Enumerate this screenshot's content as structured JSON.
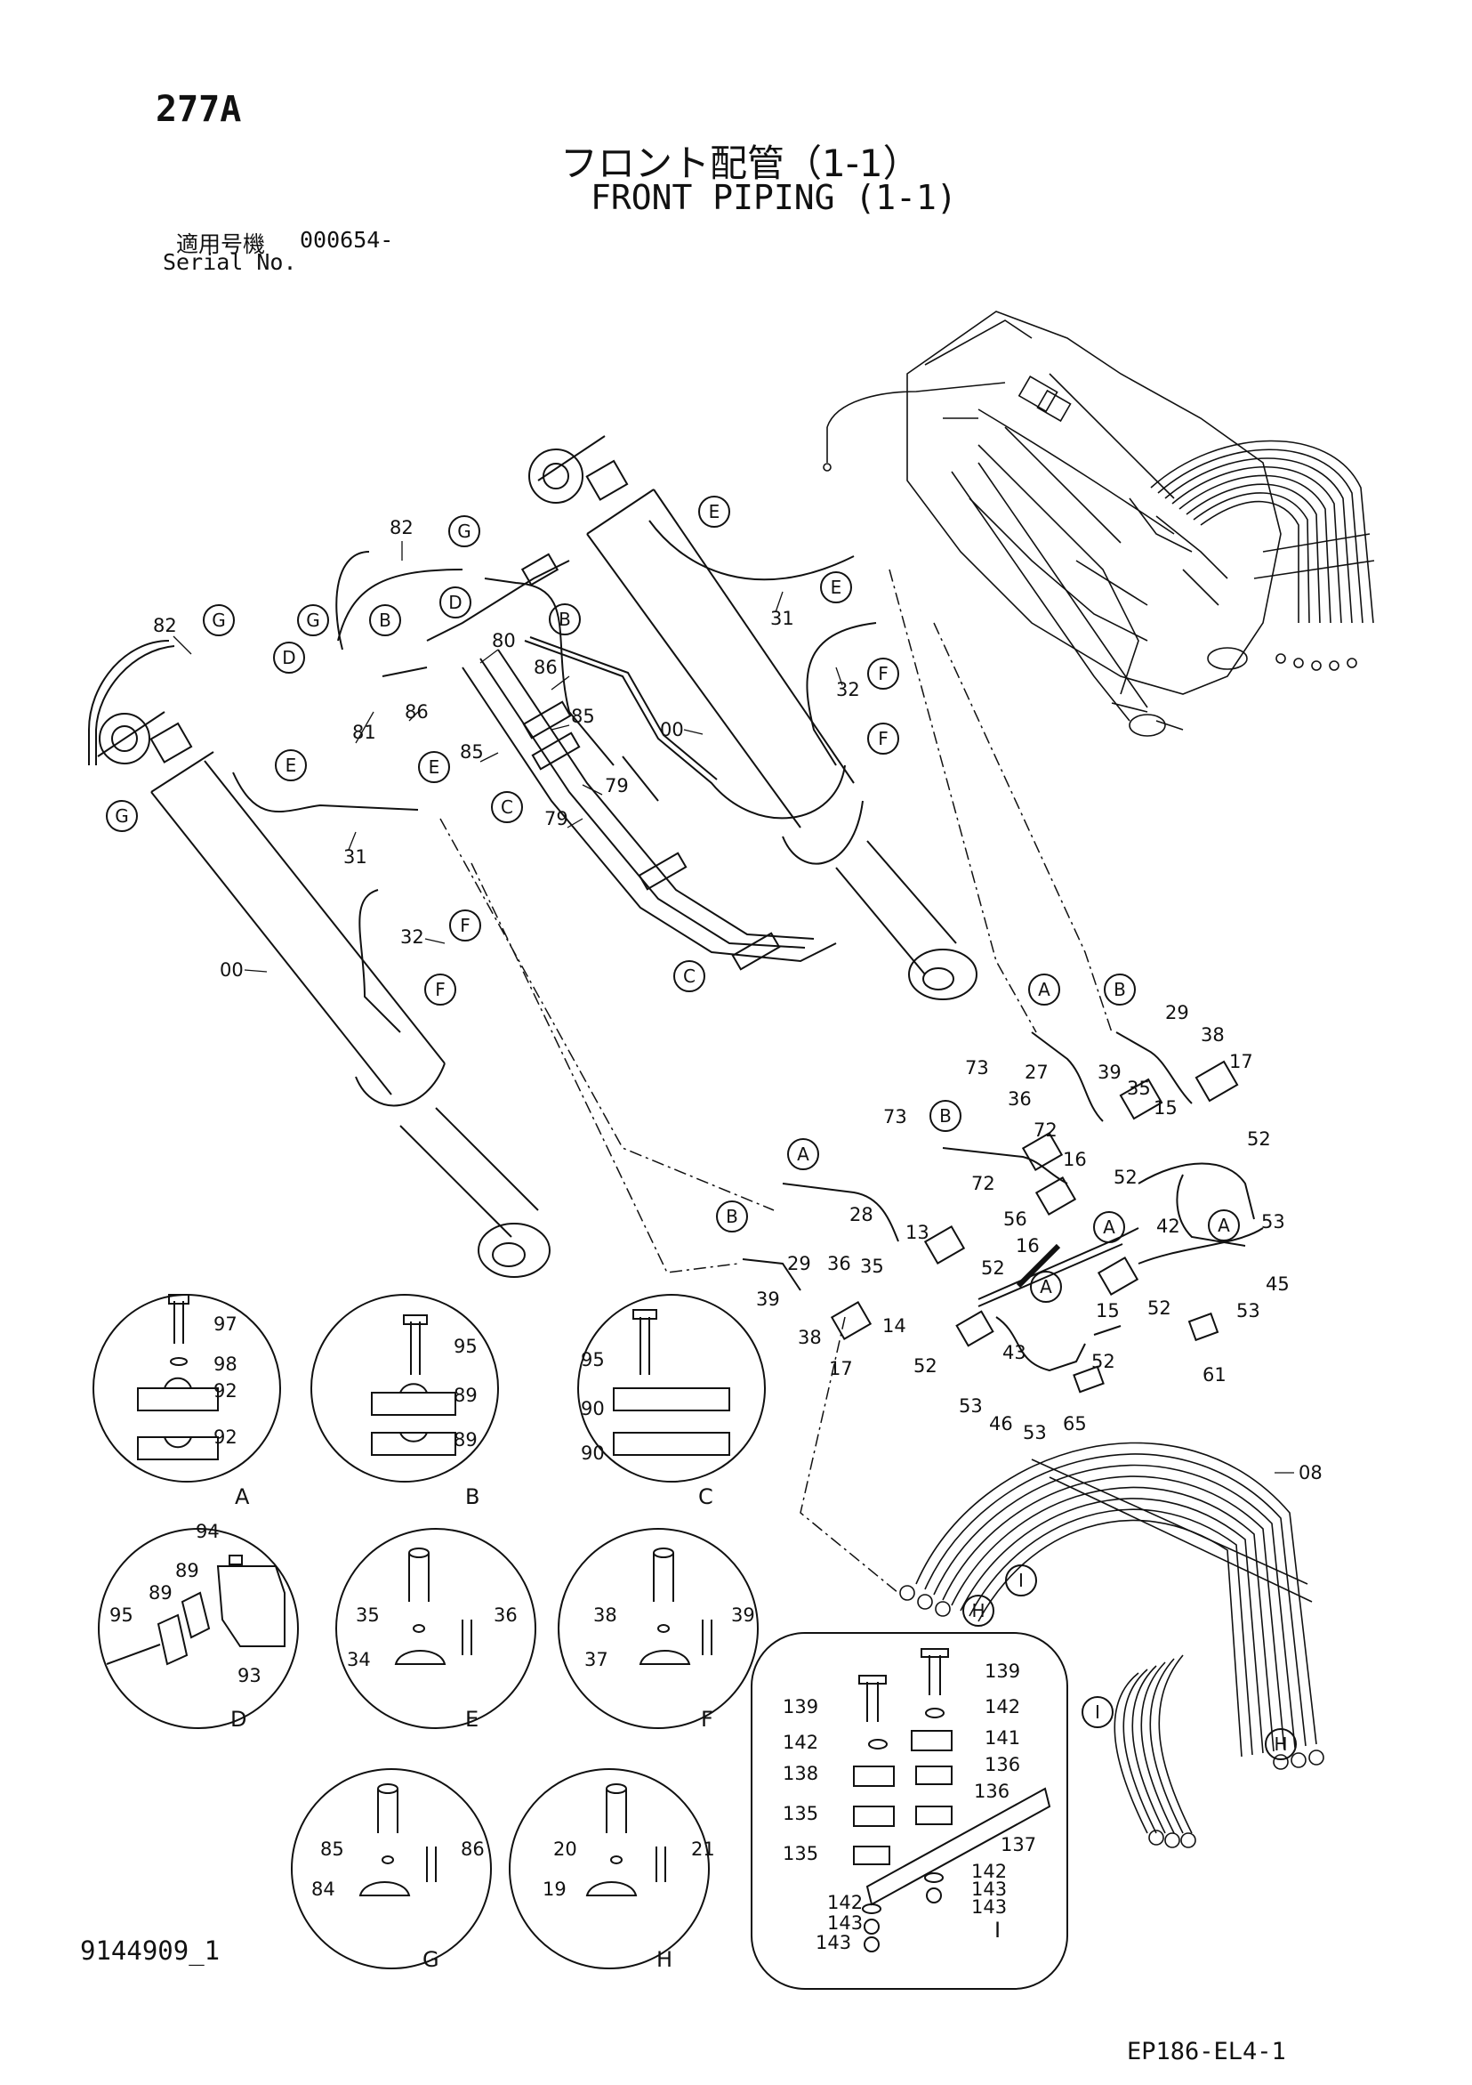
{
  "header": {
    "page_number": "277A",
    "title_jp": "フロント配管（1-1）",
    "title_en": "FRONT PIPING (1-1)",
    "serial_label_jp": "適用号機",
    "serial_label_en": "Serial No.",
    "serial_value": "000654-"
  },
  "footer": {
    "figure_id": "9144909_1",
    "drawing_code": "EP186-EL4-1"
  },
  "part_numbers": [
    {
      "id": "p82a",
      "text": "82"
    },
    {
      "id": "p82b",
      "text": "82"
    },
    {
      "id": "p81",
      "text": "81"
    },
    {
      "id": "p80",
      "text": "80"
    },
    {
      "id": "p86a",
      "text": "86"
    },
    {
      "id": "p86b",
      "text": "86"
    },
    {
      "id": "p85a",
      "text": "85"
    },
    {
      "id": "p85b",
      "text": "85"
    },
    {
      "id": "p79a",
      "text": "79"
    },
    {
      "id": "p79b",
      "text": "79"
    },
    {
      "id": "p31a",
      "text": "31"
    },
    {
      "id": "p31b",
      "text": "31"
    },
    {
      "id": "p32a",
      "text": "32"
    },
    {
      "id": "p32b",
      "text": "32"
    },
    {
      "id": "p00a",
      "text": "00"
    },
    {
      "id": "p00b",
      "text": "00"
    },
    {
      "id": "p29a",
      "text": "29"
    },
    {
      "id": "p29b",
      "text": "29"
    },
    {
      "id": "p38a",
      "text": "38"
    },
    {
      "id": "p38b",
      "text": "38"
    },
    {
      "id": "p17a",
      "text": "17"
    },
    {
      "id": "p17b",
      "text": "17"
    },
    {
      "id": "p27",
      "text": "27"
    },
    {
      "id": "p39a",
      "text": "39"
    },
    {
      "id": "p39b",
      "text": "39"
    },
    {
      "id": "p35a",
      "text": "35"
    },
    {
      "id": "p35b",
      "text": "35"
    },
    {
      "id": "p73a",
      "text": "73"
    },
    {
      "id": "p73b",
      "text": "73"
    },
    {
      "id": "p36a",
      "text": "36"
    },
    {
      "id": "p36b",
      "text": "36"
    },
    {
      "id": "p15a",
      "text": "15"
    },
    {
      "id": "p15b",
      "text": "15"
    },
    {
      "id": "p72a",
      "text": "72"
    },
    {
      "id": "p72b",
      "text": "72"
    },
    {
      "id": "p16a",
      "text": "16"
    },
    {
      "id": "p16b",
      "text": "16"
    },
    {
      "id": "p52a",
      "text": "52"
    },
    {
      "id": "p52b",
      "text": "52"
    },
    {
      "id": "p52c",
      "text": "52"
    },
    {
      "id": "p52d",
      "text": "52"
    },
    {
      "id": "p52e",
      "text": "52"
    },
    {
      "id": "p52f",
      "text": "52"
    },
    {
      "id": "p28",
      "text": "28"
    },
    {
      "id": "p56",
      "text": "56"
    },
    {
      "id": "p13",
      "text": "13"
    },
    {
      "id": "p42",
      "text": "42"
    },
    {
      "id": "p53a",
      "text": "53"
    },
    {
      "id": "p53b",
      "text": "53"
    },
    {
      "id": "p53c",
      "text": "53"
    },
    {
      "id": "p53d",
      "text": "53"
    },
    {
      "id": "p45",
      "text": "45"
    },
    {
      "id": "p14",
      "text": "14"
    },
    {
      "id": "p43",
      "text": "43"
    },
    {
      "id": "p61",
      "text": "61"
    },
    {
      "id": "p46",
      "text": "46"
    },
    {
      "id": "p65",
      "text": "65"
    },
    {
      "id": "p08",
      "text": "08"
    }
  ],
  "refs": [
    "A",
    "B",
    "C",
    "D",
    "E",
    "F",
    "G",
    "H",
    "I"
  ],
  "detail_views": {
    "A": {
      "caption": "A",
      "parts": [
        "97",
        "98",
        "92",
        "92"
      ]
    },
    "B": {
      "caption": "B",
      "parts": [
        "95",
        "89",
        "89"
      ]
    },
    "C": {
      "caption": "C",
      "parts": [
        "95",
        "90",
        "90"
      ]
    },
    "D": {
      "caption": "D",
      "parts": [
        "94",
        "89",
        "89",
        "95",
        "93"
      ]
    },
    "E": {
      "caption": "E",
      "parts": [
        "35",
        "36",
        "34"
      ]
    },
    "F": {
      "caption": "F",
      "parts": [
        "38",
        "39",
        "37"
      ]
    },
    "G": {
      "caption": "G",
      "parts": [
        "85",
        "86",
        "84"
      ]
    },
    "H": {
      "caption": "H",
      "parts": [
        "20",
        "21",
        "19"
      ]
    },
    "I": {
      "caption": "I",
      "parts": [
        "139",
        "139",
        "142",
        "141",
        "142",
        "136",
        "138",
        "136",
        "135",
        "137",
        "135",
        "142",
        "143",
        "142",
        "143",
        "143",
        "143"
      ]
    }
  }
}
